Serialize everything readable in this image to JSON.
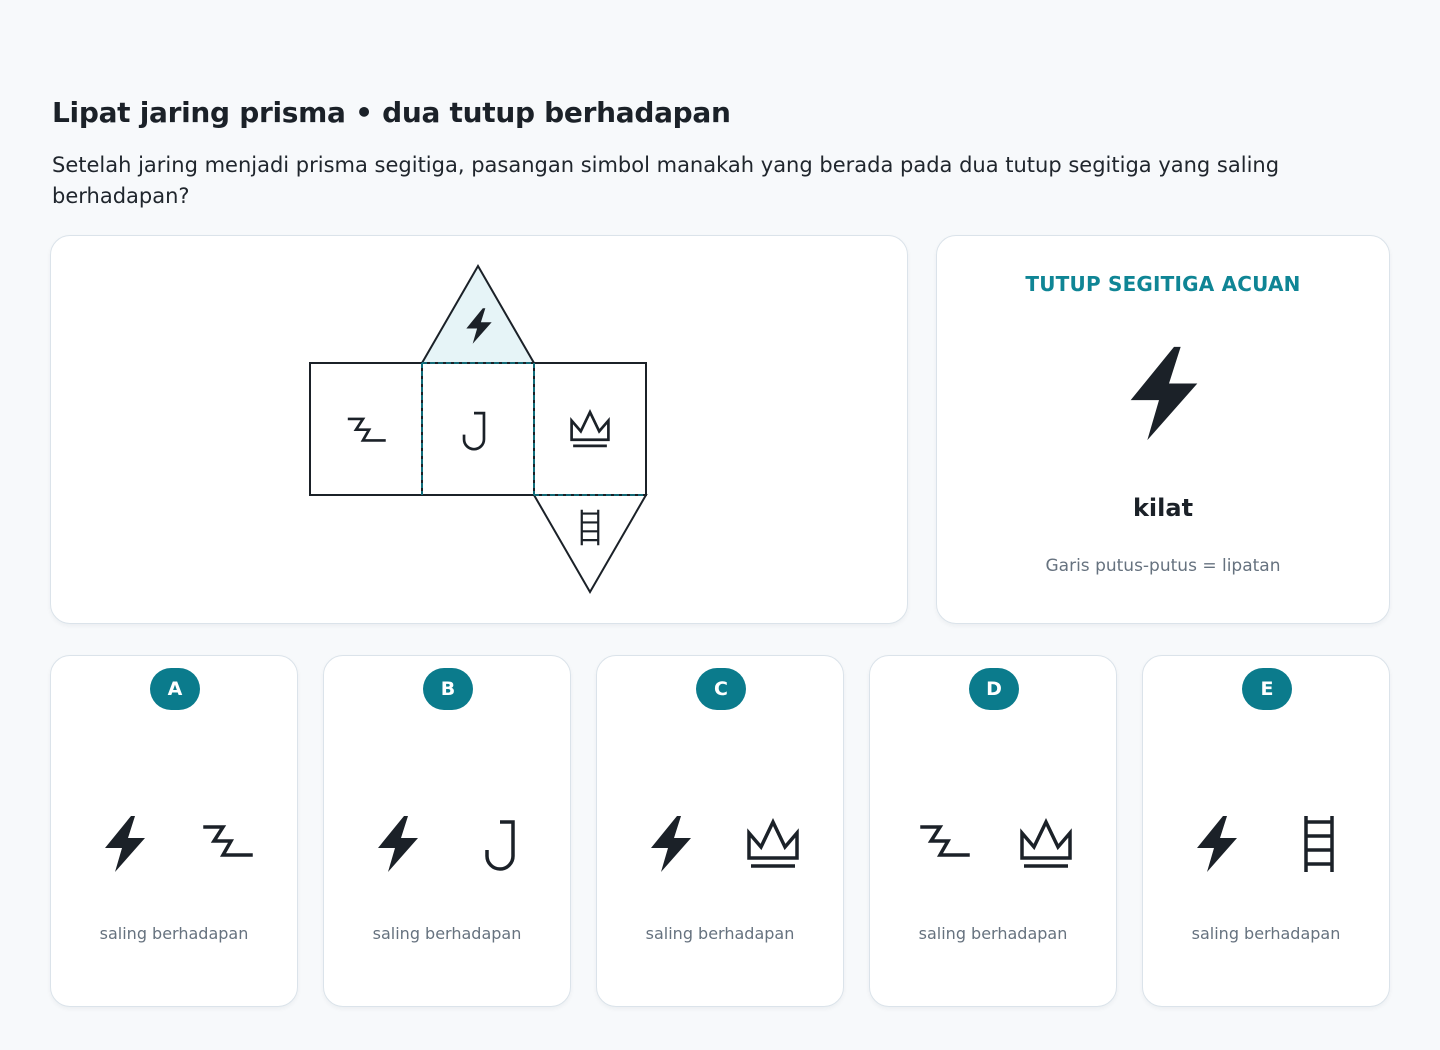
{
  "title": "Lipat jaring prisma • dua tutup berhadapan",
  "question": "Setelah jaring menjadi prisma segitiga, pasangan simbol manakah yang berada pada dua tutup segitiga yang saling berhadapan?",
  "colors": {
    "accent": "#0b7b8c",
    "accent_text": "#0f8595",
    "highlight_fill": "#e6f4f7",
    "fold_line": "#0f7f8e",
    "muted_text": "#66727f",
    "icon": "#1b2128"
  },
  "net": {
    "faces": [
      {
        "role": "top-triangle-cap",
        "icon": "lightning-icon",
        "highlighted": true
      },
      {
        "role": "rectangle-1",
        "icon": "zigzag-icon"
      },
      {
        "role": "rectangle-2",
        "icon": "hook-icon"
      },
      {
        "role": "rectangle-3",
        "icon": "crown-icon"
      },
      {
        "role": "bottom-triangle-cap",
        "icon": "ladder-icon"
      }
    ]
  },
  "reference": {
    "label": "TUTUP SEGITIGA ACUAN",
    "icon": "lightning-icon",
    "name": "kilat",
    "note": "Garis putus-putus = lipatan"
  },
  "options": [
    {
      "letter": "A",
      "icons": [
        "lightning-icon",
        "zigzag-icon"
      ],
      "caption": "saling berhadapan"
    },
    {
      "letter": "B",
      "icons": [
        "lightning-icon",
        "hook-icon"
      ],
      "caption": "saling berhadapan"
    },
    {
      "letter": "C",
      "icons": [
        "lightning-icon",
        "crown-icon"
      ],
      "caption": "saling berhadapan"
    },
    {
      "letter": "D",
      "icons": [
        "zigzag-icon",
        "crown-icon"
      ],
      "caption": "saling berhadapan"
    },
    {
      "letter": "E",
      "icons": [
        "lightning-icon",
        "ladder-icon"
      ],
      "caption": "saling berhadapan"
    }
  ]
}
